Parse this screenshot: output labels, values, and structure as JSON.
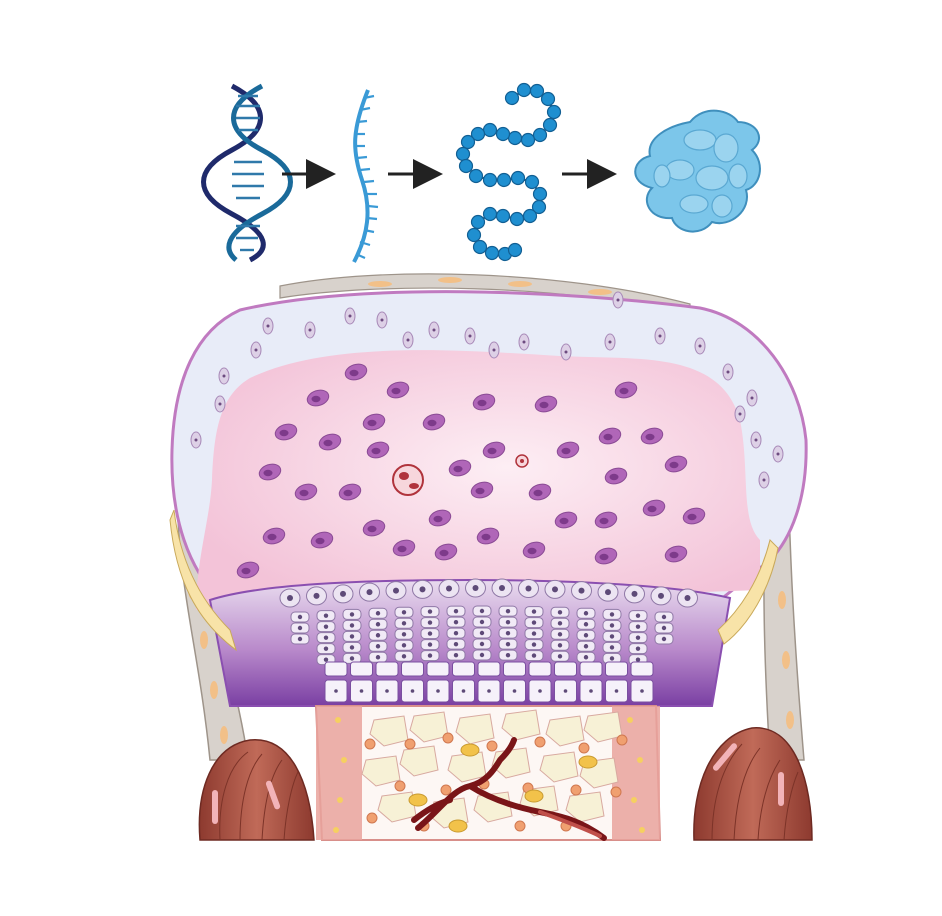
{
  "diagram": {
    "pathway": [
      "dna-double-helix",
      "mrna-strand",
      "amino-acid-chain",
      "folded-protein"
    ],
    "arrow_count": 3,
    "tissue_layers": [
      "perichondrium",
      "resting-cartilage",
      "hypertrophic-zone",
      "bone-marrow",
      "tendon",
      "muscle"
    ]
  },
  "colors": {
    "dna_dark": "#1f2a6b",
    "dna_teal": "#1a6a9a",
    "mrna": "#3a9ad6",
    "bead": "#1f8fd0",
    "protein": "#7cc6ea",
    "perichondrium": "#e8ecf8",
    "cartilage": "#f6cfe0",
    "chondrocyte": "#b066b8",
    "growth_plate": "#8a4fb0",
    "marrow": "#f7f1d6",
    "muscle": "#a44a3c"
  }
}
